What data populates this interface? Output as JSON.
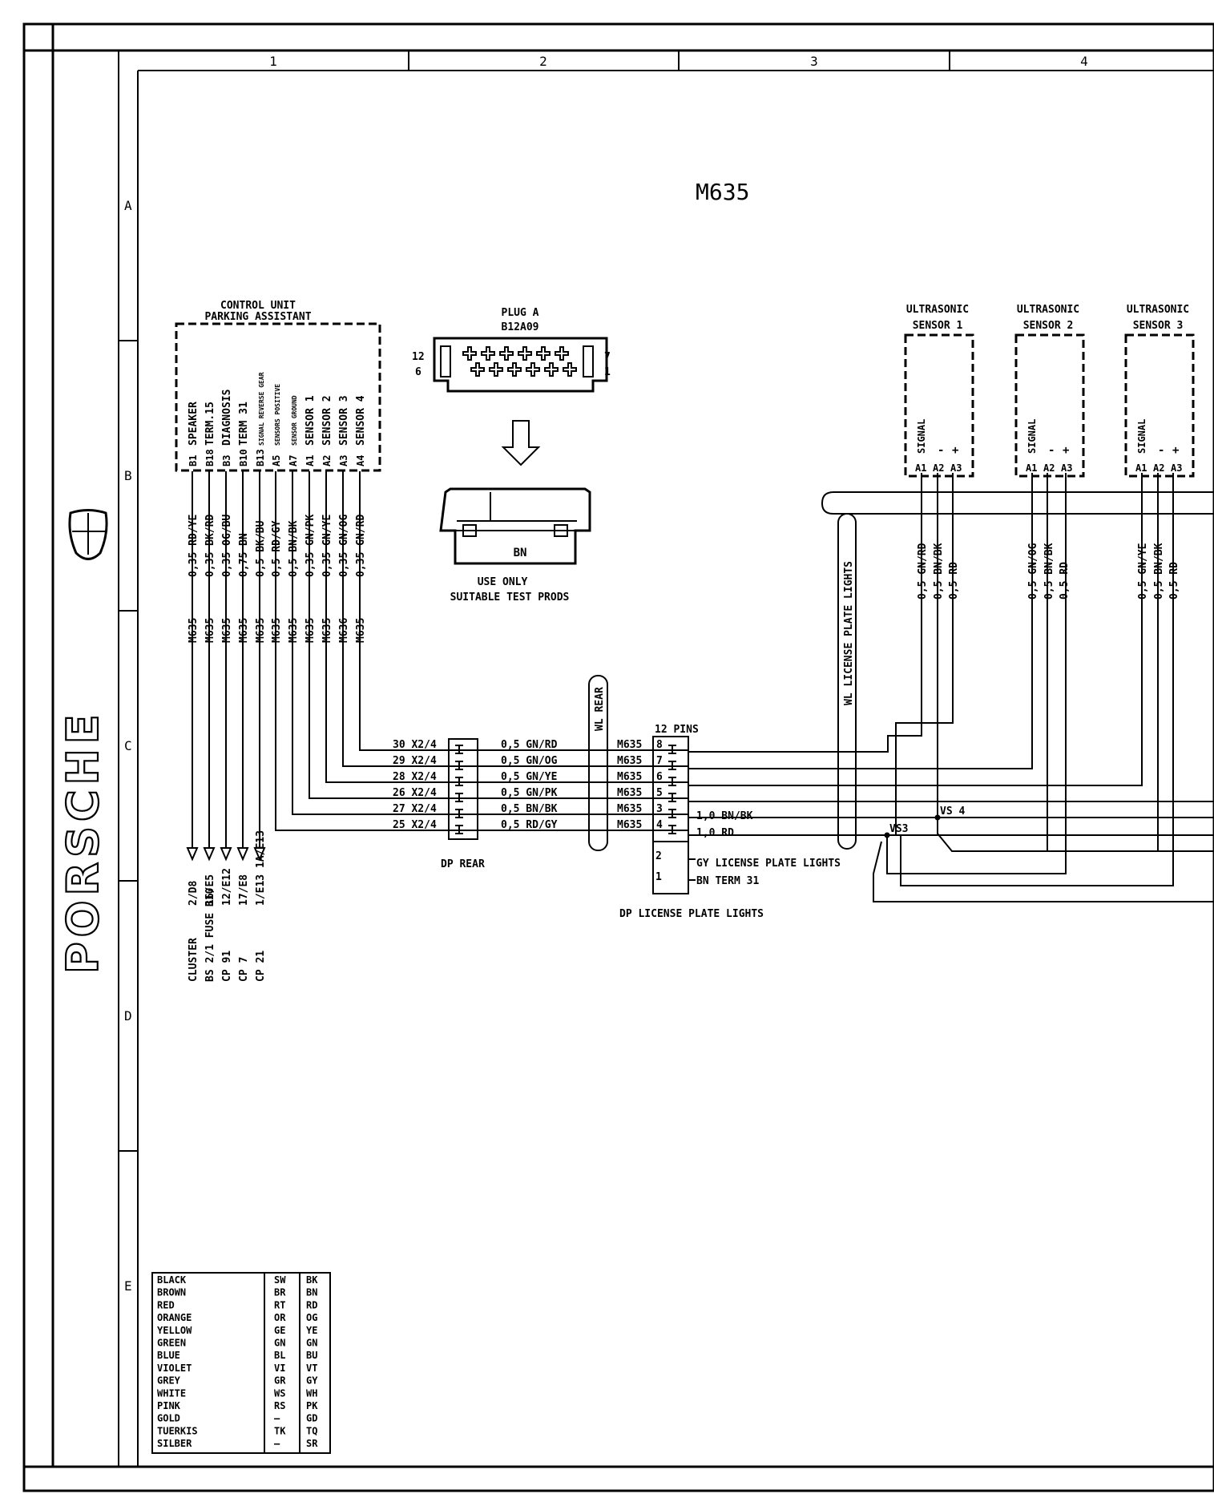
{
  "title": "M635",
  "brand": "PORSCHE",
  "columns": [
    "1",
    "2",
    "3",
    "4"
  ],
  "rows": [
    "A",
    "B",
    "C",
    "D",
    "E"
  ],
  "control_unit": {
    "title_line1": "CONTROL UNIT",
    "title_line2": "PARKING ASSISTANT",
    "pins": [
      {
        "pin": "B1",
        "label": "SPEAKER",
        "wire": "0,35 RD/YE",
        "harness": "M635"
      },
      {
        "pin": "B18",
        "label": "TERM.15",
        "wire": "0,35 BK/RD",
        "harness": "M635"
      },
      {
        "pin": "B3",
        "label": "DIAGNOSIS",
        "wire": "0,35 OG/BU",
        "harness": "M635"
      },
      {
        "pin": "B10",
        "label": "TERM 31",
        "wire": "0,75 BN",
        "harness": "M635"
      },
      {
        "pin": "B13",
        "label": "SIGNAL REVERSE GEAR",
        "wire": "0,5 BK/BU",
        "harness": "M635"
      },
      {
        "pin": "A5",
        "label": "SENSORS POSITIVE",
        "wire": "0,5 RD/GY",
        "harness": "M635"
      },
      {
        "pin": "A7",
        "label": "SENSOR GROUND",
        "wire": "0,5 BN/BK",
        "harness": "M635"
      },
      {
        "pin": "A1",
        "label": "SENSOR 1",
        "wire": "0,35 GN/PK",
        "harness": "M635"
      },
      {
        "pin": "A2",
        "label": "SENSOR 2",
        "wire": "0,35 GN/YE",
        "harness": "M635"
      },
      {
        "pin": "A3",
        "label": "SENSOR 3",
        "wire": "0,35 GN/OG",
        "harness": "M636"
      },
      {
        "pin": "A4",
        "label": "SENSOR 4",
        "wire": "0,35 GN/RD",
        "harness": "M635"
      }
    ]
  },
  "destinations": [
    {
      "name": "CLUSTER",
      "ref": "2/D8"
    },
    {
      "name": "BS 2/1 FUSE B10",
      "ref": "16/E5"
    },
    {
      "name": "CP 91",
      "ref": "12/E12"
    },
    {
      "name": "CP 7",
      "ref": "17/E8"
    },
    {
      "name": "CP 21",
      "ref": "1/E13 1A/E13"
    }
  ],
  "plug": {
    "title": "PLUG A",
    "code": "B12A09",
    "pins_left_top": "12",
    "pins_left_bottom": "6",
    "pins_right_top": "7",
    "pins_right_bottom": "1",
    "color": "BN",
    "note_line1": "USE ONLY",
    "note_line2": "SUITABLE TEST PRODS"
  },
  "dp_rear": {
    "label": "DP REAR",
    "rows": [
      {
        "pin": "30 X2/4",
        "wire": "0,5 GN/RD",
        "harness": "M635",
        "num": "8"
      },
      {
        "pin": "29 X2/4",
        "wire": "0,5 GN/OG",
        "harness": "M635",
        "num": "7"
      },
      {
        "pin": "28 X2/4",
        "wire": "0,5 GN/YE",
        "harness": "M635",
        "num": "6"
      },
      {
        "pin": "26 X2/4",
        "wire": "0,5 GN/PK",
        "harness": "M635",
        "num": "5"
      },
      {
        "pin": "27 X2/4",
        "wire": "0,5 BN/BK",
        "harness": "M635",
        "num": "3"
      },
      {
        "pin": "25 X2/4",
        "wire": "0,5 RD/GY",
        "harness": "M635",
        "num": "4"
      }
    ]
  },
  "wl_rear": "WL REAR",
  "wl_license": "WL LICENSE PLATE LIGHTS",
  "dp_license": {
    "label": "DP LICENSE PLATE LIGHTS",
    "pins_title": "12 PINS",
    "bn_bk": "1,0 BN/BK",
    "rd": "1,0 RD",
    "gy_line": "GY LICENSE PLATE LIGHTS",
    "bn_line": "BN TERM 31",
    "pin2": "2",
    "pin1": "1"
  },
  "splices": {
    "vs4": "VS 4",
    "vs3": "VS3"
  },
  "sensors": [
    {
      "line1": "ULTRASONIC",
      "line2": "SENSOR 1",
      "wires": [
        "0,5 GN/RD",
        "0,5 BN/BK",
        "0,5 RD"
      ]
    },
    {
      "line1": "ULTRASONIC",
      "line2": "SENSOR 2",
      "wires": [
        "0,5 GN/OG",
        "0,5 BN/BK",
        "0,5 RD"
      ]
    },
    {
      "line1": "ULTRASONIC",
      "line2": "SENSOR 3",
      "wires": [
        "0,5 GN/YE",
        "0,5 BN/BK",
        "0,5 RD"
      ]
    }
  ],
  "sensor_pins": {
    "signal": "SIGNAL",
    "minus": "-",
    "plus": "+",
    "a1": "A1",
    "a2": "A2",
    "a3": "A3"
  },
  "color_legend": [
    [
      "BLACK",
      "SW",
      "BK"
    ],
    [
      "BROWN",
      "BR",
      "BN"
    ],
    [
      "RED",
      "RT",
      "RD"
    ],
    [
      "ORANGE",
      "OR",
      "OG"
    ],
    [
      "YELLOW",
      "GE",
      "YE"
    ],
    [
      "GREEN",
      "GN",
      "GN"
    ],
    [
      "BLUE",
      "BL",
      "BU"
    ],
    [
      "VIOLET",
      "VI",
      "VT"
    ],
    [
      "GREY",
      "GR",
      "GY"
    ],
    [
      "WHITE",
      "WS",
      "WH"
    ],
    [
      "PINK",
      "RS",
      "PK"
    ],
    [
      "GOLD",
      "—",
      "GD"
    ],
    [
      "TUERKIS",
      "TK",
      "TQ"
    ],
    [
      "SILBER",
      "—",
      "SR"
    ]
  ]
}
